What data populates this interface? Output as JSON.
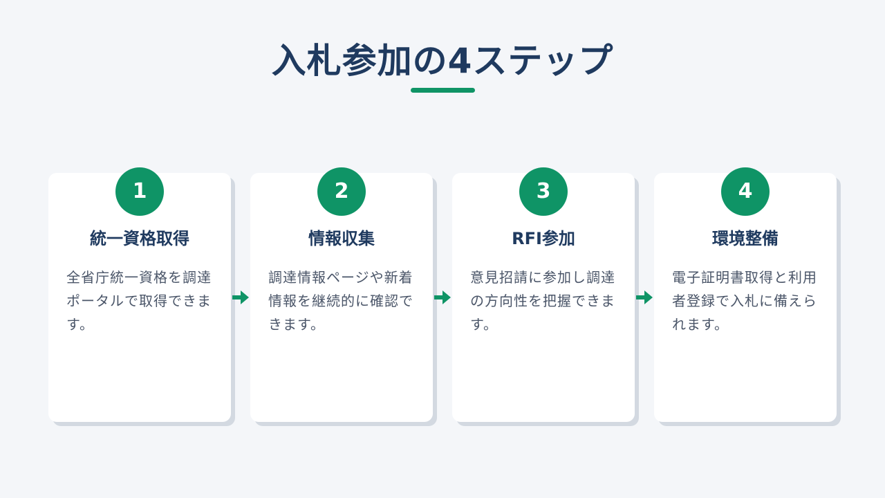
{
  "page": {
    "title": "入札参加の4ステップ"
  },
  "steps": [
    {
      "number": "1",
      "title": "統一資格取得",
      "description": "全省庁統一資格を調達ポータルで取得できます。"
    },
    {
      "number": "2",
      "title": "情報収集",
      "description": "調達情報ページや新着情報を継続的に確認できます。"
    },
    {
      "number": "3",
      "title": "RFI参加",
      "description": "意見招請に参加し調達の方向性を把握できます。"
    },
    {
      "number": "4",
      "title": "環境整備",
      "description": "電子証明書取得と利用者登録で入札に備えられます。"
    }
  ],
  "colors": {
    "accent": "#0f9466",
    "title": "#1f3a5f",
    "body_text": "#4a5568",
    "background": "#f4f6f9",
    "card": "#ffffff"
  },
  "icons": {
    "connector": "right-arrow-icon"
  }
}
